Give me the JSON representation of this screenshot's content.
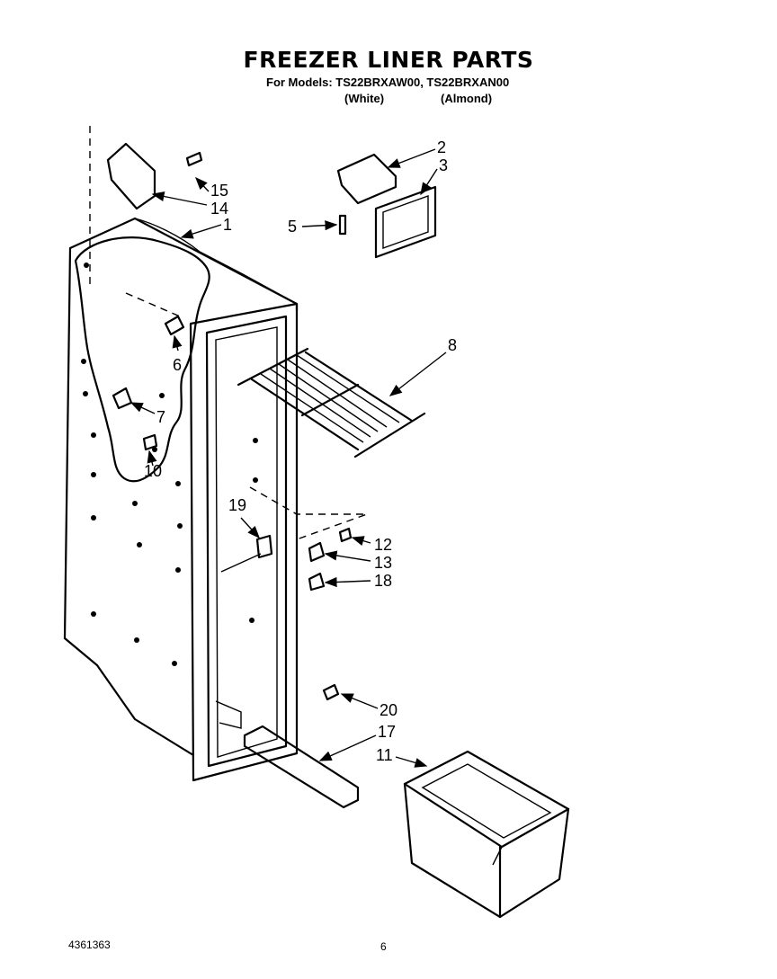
{
  "header": {
    "title": "FREEZER LINER PARTS",
    "models_line": "For Models: TS22BRXAW00, TS22BRXAN00",
    "variant_white": "(White)",
    "variant_almond": "(Almond)"
  },
  "callouts": {
    "c1": "1",
    "c2": "2",
    "c3": "3",
    "c5": "5",
    "c6": "6",
    "c7": "7",
    "c8": "8",
    "c10": "10",
    "c11": "11",
    "c12": "12",
    "c13": "13",
    "c14": "14",
    "c15": "15",
    "c17": "17",
    "c18": "18",
    "c19": "19",
    "c20": "20"
  },
  "footer": {
    "doc_number": "4361363",
    "page_number": "6"
  }
}
